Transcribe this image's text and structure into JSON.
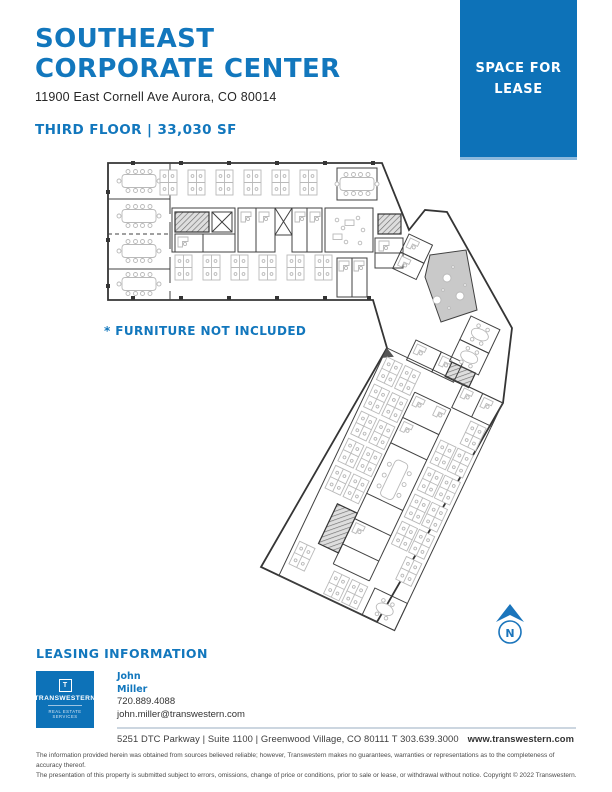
{
  "header": {
    "title_line1": "SOUTHEAST",
    "title_line2": "CORPORATE CENTER",
    "address": "11900 East Cornell Ave Aurora, CO 80014",
    "floor_info": "THIRD FLOOR | 33,030 SF",
    "badge": "SPACE FOR LEASE"
  },
  "plan": {
    "note": "* FURNITURE NOT INCLUDED",
    "compass_letter": "N"
  },
  "leasing": {
    "heading": "LEASING INFORMATION",
    "logo": {
      "symbol": "T",
      "name": "TRANSWESTERN",
      "tagline_line1": "REAL ESTATE",
      "tagline_line2": "SERVICES"
    },
    "contact": {
      "first_name": "John",
      "last_name": "Miller",
      "phone": "720.889.4088",
      "email": "john.miller@transwestern.com"
    },
    "office_address": "5251 DTC Parkway | Suite 1100 | Greenwood Village, CO 80111 T 303.639.3000",
    "website": "www.transwestern.com"
  },
  "disclaimer": {
    "line1": "The information provided herein was obtained from sources believed reliable; however, Transwestern makes no guarantees, warranties or representations as to the completeness of accuracy thereof.",
    "line2": "The presentation of this property is submitted subject to errors, omissions, change of price or conditions, prior to sale or lease, or withdrawal without notice. Copyright © 2022 Transwestern."
  },
  "colors": {
    "accent_blue": "#0d72b8",
    "heading_blue": "#1277bd",
    "wall_gray": "#404040",
    "furniture_gray": "#b9b9b9",
    "atrium_shade": "#c9c9c9"
  }
}
